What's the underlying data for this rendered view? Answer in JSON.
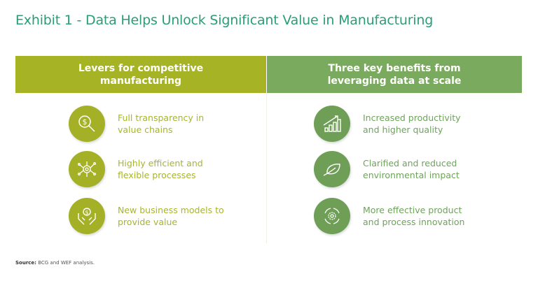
{
  "title": "Exhibit 1 - Data Helps Unlock Significant Value in Manufacturing",
  "left": {
    "header": "Levers for competitive manufacturing",
    "items": [
      {
        "icon": "dollar-magnifier-icon",
        "text": "Full transparency in value chains"
      },
      {
        "icon": "gear-circuit-icon",
        "text": "Highly efficient and flexible processes"
      },
      {
        "icon": "hands-coin-icon",
        "text": "New business models to provide value"
      }
    ]
  },
  "right": {
    "header": "Three key benefits from leveraging data at scale",
    "items": [
      {
        "icon": "growth-chart-icon",
        "text": "Increased productivity and higher quality"
      },
      {
        "icon": "leaf-icon",
        "text": "Clarified and reduced environmental impact"
      },
      {
        "icon": "gear-cycle-icon",
        "text": "More effective product and process innovation"
      }
    ]
  },
  "source": {
    "label": "Source:",
    "text": "BCG and WEF analysis."
  },
  "colors": {
    "title": "#2a9d78",
    "left": "#a6b325",
    "right": "#7aaa5d"
  }
}
